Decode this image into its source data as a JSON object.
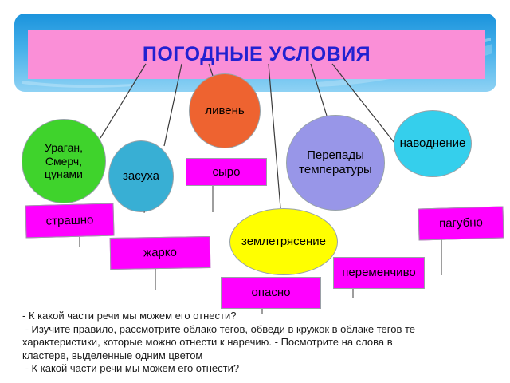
{
  "slide": {
    "title": "ПОГОДНЫЕ УСЛОВИЯ",
    "nodes": {
      "hurricane": "Ураган,\nСмерч,\nцунами",
      "drought": "засуха",
      "downpour": "ливень",
      "damp": "сыро",
      "temperature": "Перепады\nтемпературы",
      "flood": "наводнение",
      "scary": "страшно",
      "hot": "жарко",
      "earthquake": "землетрясение",
      "changeable": "переменчиво",
      "dangerous": "опасно",
      "pernicious": "пагубно"
    },
    "notes": {
      "lines": [
        "- К какой части речи мы можем его отнести?",
        " - Изучите правило, рассмотрите облако тегов, обведи в кружок в облаке тегов те",
        "характеристики, которые можно отнести к наречию. - Посмотрите на слова в",
        "кластере, выделенные одним цветом",
        " - К какой части речи мы можем его отнести?"
      ]
    },
    "colors": {
      "title_text": "#2121d1",
      "banner_pink": "#fa8fd7",
      "banner_blue_top": "#1b93dc",
      "banner_blue_bottom": "#8fd2f4",
      "hurricane_green": "#3fd32c",
      "drought_teal": "#38afd4",
      "downpour_orange": "#ee6330",
      "temperature_purple": "#9896e8",
      "flood_cyan": "#35cfec",
      "earthquake_yellow": "#ffff00",
      "tag_magenta": "#ff00ff"
    }
  }
}
